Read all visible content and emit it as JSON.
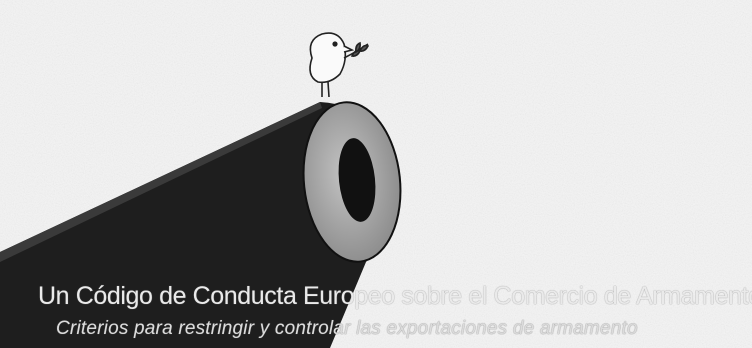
{
  "poster": {
    "title": "Un Código de Conducta Europeo sobre el Comercio de Armamento",
    "subtitle": "Criterios para restringir y controlar las exportaciones de armamento"
  },
  "colors": {
    "background": "#f4f4f4",
    "cannon": "#1e1e1e",
    "muzzle_ring": "#9a9a9a",
    "title_text": "#eaeaea"
  },
  "illustration": {
    "main_subject": "cannon-barrel",
    "accent": "dove-with-olive-branch-icon"
  }
}
